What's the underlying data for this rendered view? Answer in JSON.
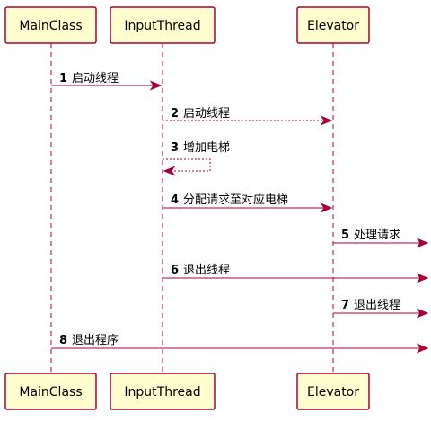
{
  "diagram": {
    "participants": [
      {
        "id": "main",
        "label": "MainClass"
      },
      {
        "id": "input",
        "label": "InputThread"
      },
      {
        "id": "elev",
        "label": "Elevator"
      }
    ],
    "messages": [
      {
        "num": "1",
        "label": "启动线程",
        "from": "main",
        "to": "input",
        "style": "solid"
      },
      {
        "num": "2",
        "label": "启动线程",
        "from": "input",
        "to": "elev",
        "style": "dashed"
      },
      {
        "num": "3",
        "label": "增加电梯",
        "from": "input",
        "to": "input",
        "style": "dashed"
      },
      {
        "num": "4",
        "label": "分配请求至对应电梯",
        "from": "input",
        "to": "elev",
        "style": "solid"
      },
      {
        "num": "5",
        "label": "处理请求",
        "from": "elev",
        "to": "right",
        "style": "solid"
      },
      {
        "num": "6",
        "label": "退出线程",
        "from": "input",
        "to": "right",
        "style": "solid"
      },
      {
        "num": "7",
        "label": "退出线程",
        "from": "elev",
        "to": "right",
        "style": "solid"
      },
      {
        "num": "8",
        "label": "退出程序",
        "from": "main",
        "to": "right",
        "style": "solid"
      }
    ]
  }
}
